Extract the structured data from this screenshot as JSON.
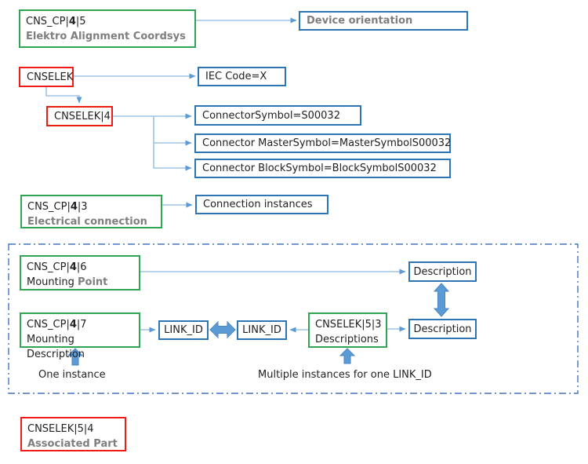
{
  "colors": {
    "green_border": "#2fa455",
    "red_border": "#ee1c17",
    "blue_border": "#2e75b6",
    "connector_line": "#9dc3e6",
    "arrowhead": "#5b9bd5",
    "thick_arrow_fill": "#5b9bd5",
    "thick_arrow_stroke": "#4a86c0",
    "dash_container_border": "#4472c4",
    "muted_text": "#7e7e7e",
    "text": "#212121"
  },
  "nodes": {
    "cns_cp_4_5": {
      "id_pre": "CNS_CP|",
      "id_bold": "4",
      "id_post": "|5",
      "line2_muted": "Elektro Alignment Coordsys"
    },
    "device_orientation": {
      "label": "Device orientation"
    },
    "cnselek": {
      "label": "CNSELEK"
    },
    "iec_code": {
      "label": "IEC Code=X"
    },
    "cnselek_4": {
      "label": "CNSELEK|4"
    },
    "connector_symbol": {
      "label": "ConnectorSymbol=S00032"
    },
    "connector_master_symbol": {
      "label": "Connector MasterSymbol=MasterSymbolS00032"
    },
    "connector_block_symbol": {
      "label": "Connector BlockSymbol=BlockSymbolS00032"
    },
    "cns_cp_4_3": {
      "id_pre": "CNS_CP|",
      "id_bold": "4",
      "id_post": "|3",
      "line2_muted": "Electrical connection"
    },
    "connection_instances": {
      "label": "Connection instances"
    },
    "cns_cp_4_6": {
      "id_pre": "CNS_CP|",
      "id_bold": "4",
      "id_post": "|6",
      "line2_normal": "Mounting ",
      "line2_muted": "Point"
    },
    "description_top": {
      "label": "Description"
    },
    "cns_cp_4_7": {
      "id_pre": "CNS_CP|",
      "id_bold": "4",
      "id_post": "|7",
      "line2_normal": "Mounting Description"
    },
    "link_id_left": {
      "label": "LINK_ID"
    },
    "link_id_right": {
      "label": "LINK_ID"
    },
    "cnselek_5_3": {
      "id_pre": "CNSELEK|5|3",
      "line2_normal": "Descriptions"
    },
    "description_bottom": {
      "label": "Description"
    },
    "cnselek_5_4": {
      "id_pre": "CNSELEK|5|4",
      "line2_muted": "Associated Part"
    }
  },
  "annotations": {
    "one_instance": "One instance",
    "multiple_instances": "Multiple instances for one LINK_ID"
  },
  "edges": [
    {
      "from": "CNS_CP|4|5",
      "to": "Device orientation",
      "style": "arrow"
    },
    {
      "from": "CNSELEK",
      "to": "IEC Code=X",
      "style": "arrow"
    },
    {
      "from": "CNSELEK",
      "to": "CNSELEK|4",
      "style": "elbow-arrow"
    },
    {
      "from": "CNSELEK|4",
      "to": "ConnectorSymbol=S00032",
      "style": "arrow"
    },
    {
      "from": "CNSELEK|4",
      "to": "Connector MasterSymbol=MasterSymbolS00032",
      "style": "arrow"
    },
    {
      "from": "CNSELEK|4",
      "to": "Connector BlockSymbol=BlockSymbolS00032",
      "style": "arrow"
    },
    {
      "from": "CNS_CP|4|3",
      "to": "Connection instances",
      "style": "arrow"
    },
    {
      "from": "CNS_CP|4|6",
      "to": "Description (top)",
      "style": "arrow"
    },
    {
      "from": "CNS_CP|4|7",
      "to": "LINK_ID (left)",
      "style": "arrow"
    },
    {
      "from": "LINK_ID (left)",
      "to": "LINK_ID (right)",
      "style": "thick-double-arrow"
    },
    {
      "from": "CNSELEK|5|3",
      "to": "LINK_ID (right)",
      "style": "arrow"
    },
    {
      "from": "CNSELEK|5|3",
      "to": "Description (bottom)",
      "style": "arrow"
    },
    {
      "from": "Description (top)",
      "to": "Description (bottom)",
      "style": "thick-double-arrow"
    },
    {
      "from": "One instance",
      "to": "CNS_CP|4|7",
      "style": "thick-up-arrow"
    },
    {
      "from": "Multiple instances for one LINK_ID",
      "to": "CNSELEK|5|3",
      "style": "thick-up-arrow"
    }
  ]
}
